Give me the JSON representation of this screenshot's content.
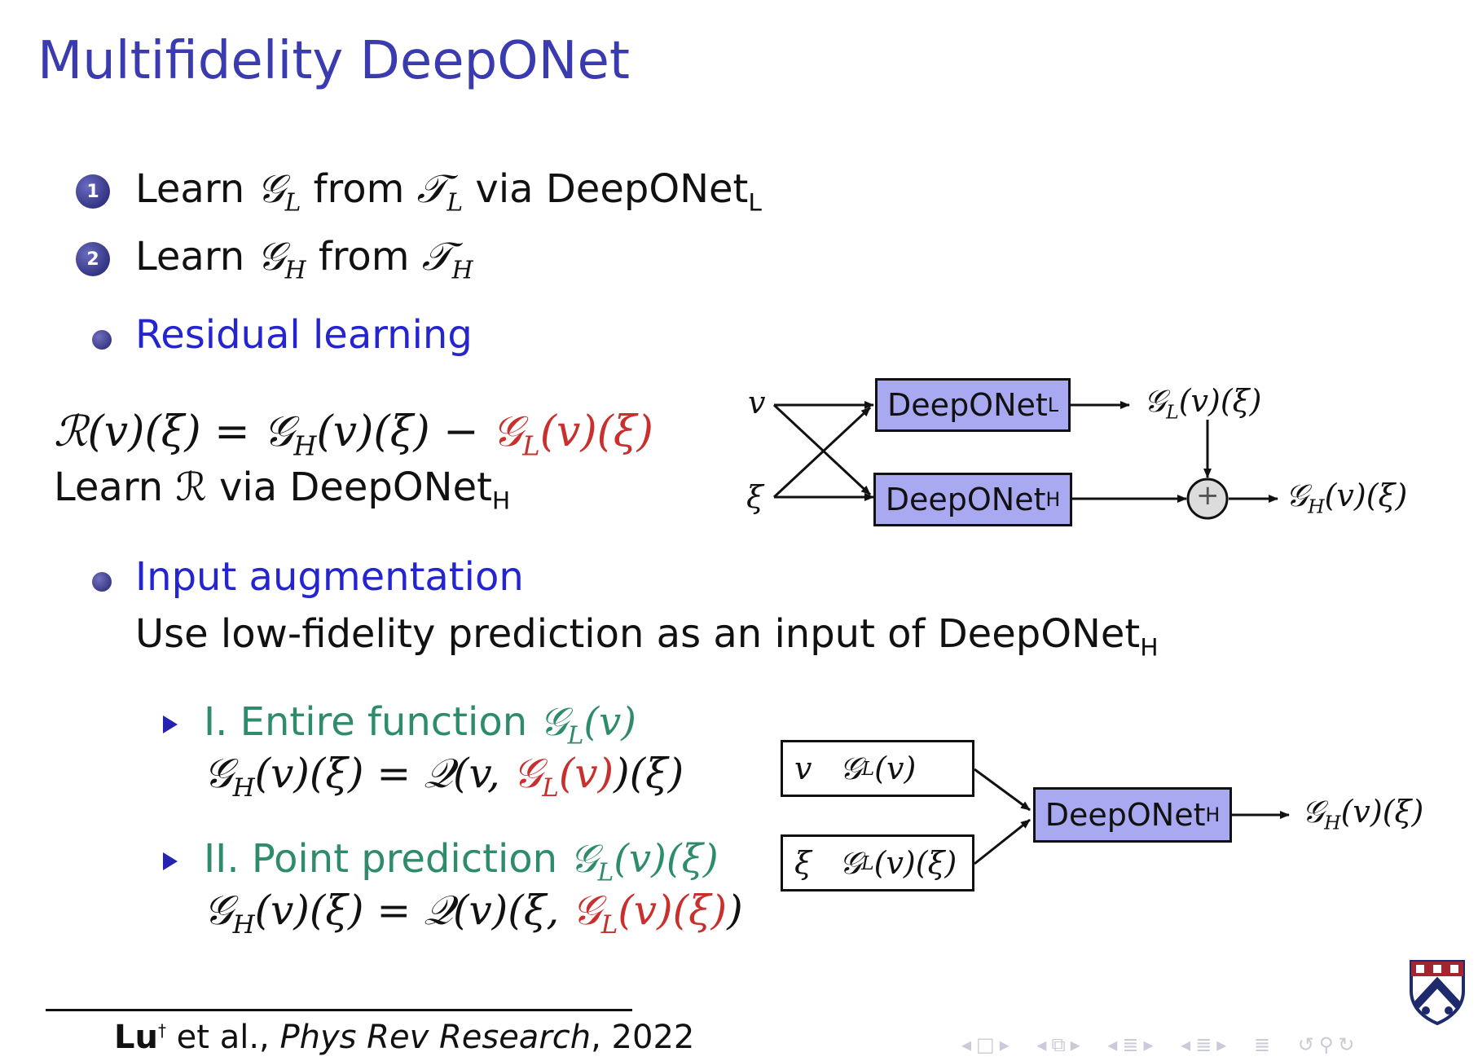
{
  "slide": {
    "title": "Multifidelity DeepONet",
    "steps": [
      {
        "num": "1",
        "learn": "Learn",
        "G": "𝒢",
        "G_sub": "L",
        "from": "from",
        "T": "𝒯",
        "T_sub": "L",
        "via": "via DeepONet",
        "via_sub": "L"
      },
      {
        "num": "2",
        "learn": "Learn",
        "G": "𝒢",
        "G_sub": "H",
        "from": "from",
        "T": "𝒯",
        "T_sub": "H"
      }
    ],
    "residual": {
      "heading": "Residual learning",
      "eq_lhs": "ℛ(v)(ξ) = ",
      "eq_g": "𝒢",
      "eq_g_sub": "H",
      "eq_mid": "(v)(ξ) − ",
      "eq_red": "𝒢",
      "eq_red_sub": "L",
      "eq_red_tail": "(v)(ξ)",
      "learn_line": "Learn ℛ via DeepONet",
      "learn_sub": "H"
    },
    "augmentation": {
      "heading": "Input augmentation",
      "desc": "Use low-fidelity prediction as an input of DeepONet",
      "desc_sub": "H",
      "items": [
        {
          "label": "I. Entire function ",
          "label_math": "𝒢",
          "label_sub": "L",
          "label_tail": "(v)",
          "eq_a": "𝒢",
          "eq_a_sub": "H",
          "eq_b": "(v)(ξ) = 𝒬(v, ",
          "eq_red": "𝒢",
          "eq_red_sub": "L",
          "eq_red_tail": "(v)",
          "eq_tail": ")(ξ)"
        },
        {
          "label": "II. Point prediction ",
          "label_math": "𝒢",
          "label_sub": "L",
          "label_tail": "(v)(ξ)",
          "eq_a": "𝒢",
          "eq_a_sub": "H",
          "eq_b": "(v)(ξ) = 𝒬(v)(ξ, ",
          "eq_red": "𝒢",
          "eq_red_sub": "L",
          "eq_red_tail": "(v)(ξ)",
          "eq_tail": ")"
        }
      ]
    },
    "diagram1": {
      "in_v": "v",
      "in_xi": "ξ",
      "box_top": "DeepONet",
      "box_top_sub": "L",
      "box_bot": "DeepONet",
      "box_bot_sub": "H",
      "out_top": "𝒢",
      "out_top_sub": "L",
      "out_top_tail": "(v)(ξ)",
      "plus": "+",
      "out_final": "𝒢",
      "out_final_sub": "H",
      "out_final_tail": "(v)(ξ)"
    },
    "diagram2": {
      "in1_a": "v",
      "in1_b": "𝒢",
      "in1_b_sub": "L",
      "in1_b_tail": "(v)",
      "in2_a": "ξ",
      "in2_b": "𝒢",
      "in2_b_sub": "L",
      "in2_b_tail": "(v)(ξ)",
      "box": "DeepONet",
      "box_sub": "H",
      "out": "𝒢",
      "out_sub": "H",
      "out_tail": "(v)(ξ)"
    },
    "citation": {
      "author": "Lu",
      "mark": "†",
      "rest": " et al., ",
      "journal": "Phys Rev Research",
      "year": ", 2022"
    },
    "nav_icons": [
      "nav-frame-icon",
      "nav-subsection-icon",
      "nav-section-icon",
      "nav-doc-icon",
      "nav-search-icon"
    ],
    "colors": {
      "title": "#3b3bb0",
      "blue": "#2424d0",
      "green": "#2e8b6c",
      "red": "#c8302e",
      "box_fill": "#a9a9f2"
    }
  }
}
